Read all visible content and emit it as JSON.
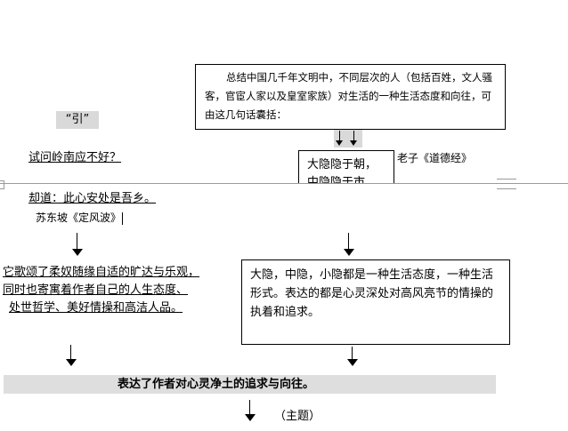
{
  "summary_box": {
    "text": "总结中国几千年文明中，不同层次的人（包括百姓，文人骚客，官宦人家以及皇室家族）对生活的一种生活态度和向往，可由这几句话囊括："
  },
  "intro_label": "“引”",
  "question": "试问岭南应不好？",
  "quote_box": {
    "line1": "大隐隐于朝，",
    "line2": "中隐隐于市"
  },
  "quote_source": "老子《道德经》",
  "answer": "却道：此心安处是吾乡。",
  "answer_source": "苏东坡《定风波》",
  "left_analysis": {
    "line1": "它歌颂了柔奴随缘自适的旷达与乐观，",
    "line2": "同时也寄寓着作者自己的人生态度、",
    "line3": "处世哲学、美好情操和高洁人品。"
  },
  "right_analysis": {
    "text": "大隐，中隐，小隐都是一种生活态度，一种生活形式。表达的都是心灵深处对高风亮节的情操的执着和追求。"
  },
  "conclusion": "表达了作者对心灵净土的追求与向往。",
  "theme_label": "（主题）"
}
